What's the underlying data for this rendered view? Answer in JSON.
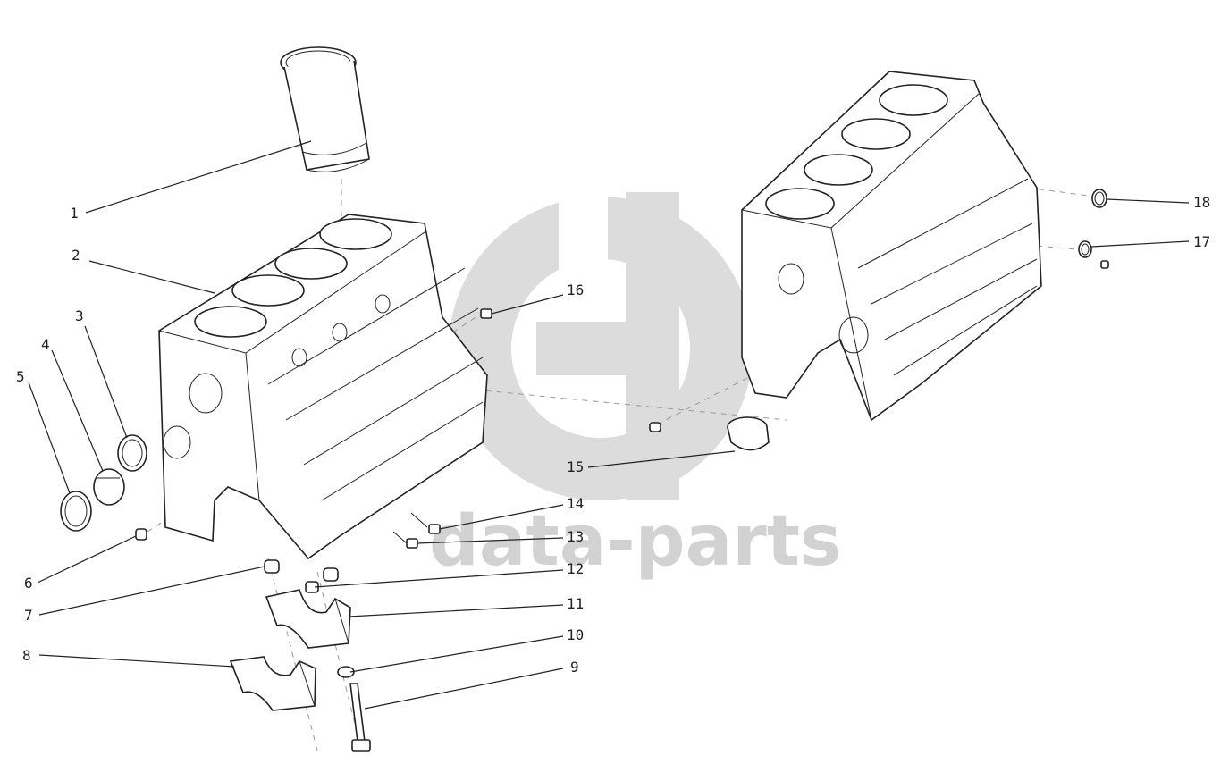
{
  "watermark": {
    "text": "data-parts",
    "color": "#d6d6d6"
  },
  "line_color": "#222222",
  "callouts": [
    {
      "id": "1",
      "label": "1"
    },
    {
      "id": "2",
      "label": "2"
    },
    {
      "id": "3",
      "label": "3"
    },
    {
      "id": "4",
      "label": "4"
    },
    {
      "id": "5",
      "label": "5"
    },
    {
      "id": "6",
      "label": "6"
    },
    {
      "id": "7",
      "label": "7"
    },
    {
      "id": "8",
      "label": "8"
    },
    {
      "id": "9",
      "label": "9"
    },
    {
      "id": "10",
      "label": "10"
    },
    {
      "id": "11",
      "label": "11"
    },
    {
      "id": "12",
      "label": "12"
    },
    {
      "id": "13",
      "label": "13"
    },
    {
      "id": "14",
      "label": "14"
    },
    {
      "id": "15",
      "label": "15"
    },
    {
      "id": "16",
      "label": "16"
    },
    {
      "id": "17",
      "label": "17"
    },
    {
      "id": "18",
      "label": "18"
    }
  ]
}
